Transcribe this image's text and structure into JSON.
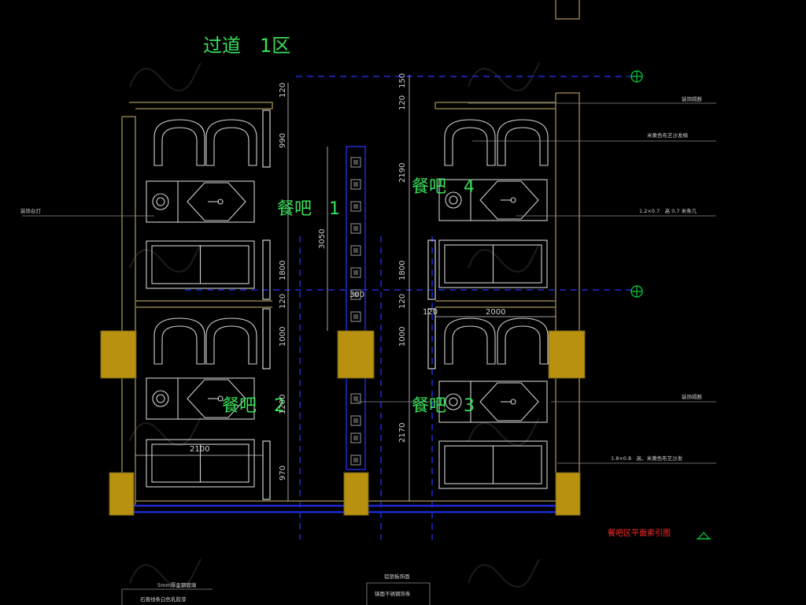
{
  "title": "过道　1区",
  "zones": {
    "z1": "餐吧　1",
    "z2": "餐吧　2",
    "z3": "餐吧　3",
    "z4": "餐吧　4"
  },
  "dims": {
    "d120a": "120",
    "d990": "990",
    "d1800a": "1800",
    "d120b": "120",
    "d1000a": "1000",
    "d1200": "1200",
    "d970": "970",
    "d3050": "3050",
    "d300": "300",
    "d150": "150",
    "d120c": "120",
    "d2190": "2190",
    "d1800b": "1800",
    "d120d": "120",
    "d1000b": "1000",
    "d2170": "2170",
    "d120e": "120",
    "d2000": "2000",
    "d2100": "2100"
  },
  "annotations": {
    "left_lamp": "装饰台灯",
    "right_top": "装饰隔断",
    "right_sofa": "米黄色布艺沙发椅",
    "right_table": "1.2×0.7　高 0.7 米条几",
    "right_mid": "装饰隔断",
    "right_bottom": "1.8×0.8　高、米黄色布艺沙发",
    "index_title": "餐吧区平面索引图",
    "bottom_a": "5mm厚金钢玻璃",
    "bottom_b": "石膏线条白色乳胶漆",
    "bottom_c": "铝塑板饰面",
    "bottom_d": "镜面不锈钢饰条"
  },
  "colors": {
    "wall": "#8c7a46",
    "column": "#b8920e",
    "furniture": "#d0d0d0",
    "axis": "#1f2bd4",
    "text_green": "#39e05a",
    "text_red": "#ff2a2a",
    "marker": "#00d040"
  }
}
